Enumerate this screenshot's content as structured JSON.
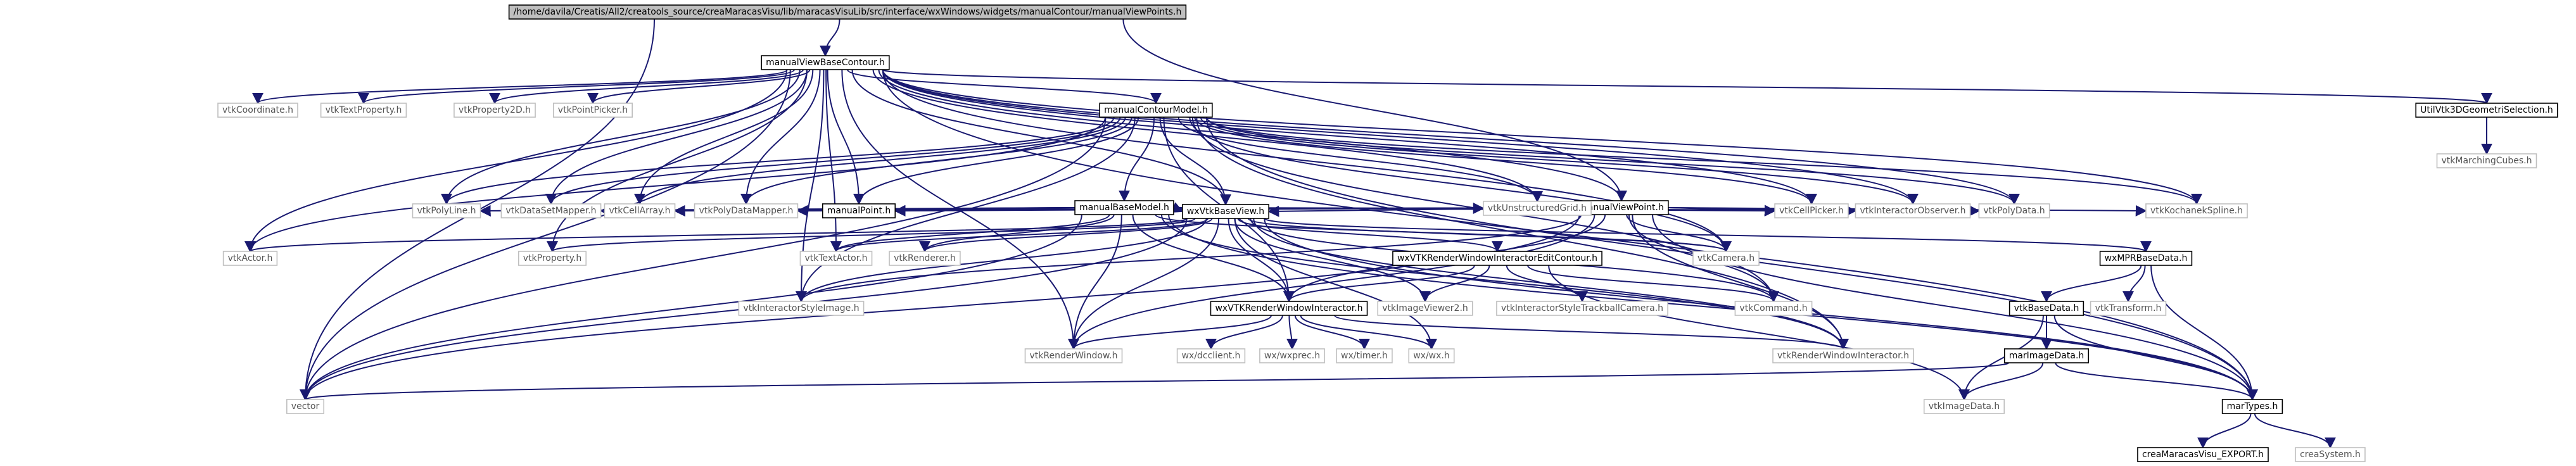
{
  "colors": {
    "edge": "#191970",
    "root_fill": "#bfbfbf",
    "boxed_stroke": "#000000",
    "plain_stroke": "#bfbfbf",
    "text_dark": "#000000",
    "text_gray": "#555555"
  },
  "nodes": [
    {
      "id": "root",
      "label": "/home/davila/Creatis/All2/creatools_source/creaMaracasVisu/lib/maracasVisuLib/src/interface/wxWindows/widgets/manualContour/manualViewPoints.h",
      "kind": "root"
    },
    {
      "id": "mvbc",
      "label": "manualViewBaseContour.h",
      "kind": "boxed"
    },
    {
      "id": "vtkCoordinate",
      "label": "vtkCoordinate.h",
      "kind": "plain"
    },
    {
      "id": "vtkTextProperty",
      "label": "vtkTextProperty.h",
      "kind": "plain"
    },
    {
      "id": "vtkProperty2D",
      "label": "vtkProperty2D.h",
      "kind": "plain"
    },
    {
      "id": "vtkPointPicker",
      "label": "vtkPointPicker.h",
      "kind": "plain"
    },
    {
      "id": "mcm",
      "label": "manualContourModel.h",
      "kind": "boxed"
    },
    {
      "id": "util",
      "label": "UtilVtk3DGeometriSelection.h",
      "kind": "boxed"
    },
    {
      "id": "vtkMarchingCubes",
      "label": "vtkMarchingCubes.h",
      "kind": "plain"
    },
    {
      "id": "mbm",
      "label": "manualBaseModel.h",
      "kind": "boxed"
    },
    {
      "id": "mvp",
      "label": "manualViewPoint.h",
      "kind": "boxed"
    },
    {
      "id": "vtkPolyLine",
      "label": "vtkPolyLine.h",
      "kind": "plain"
    },
    {
      "id": "vtkDataSetMapper",
      "label": "vtkDataSetMapper.h",
      "kind": "plain"
    },
    {
      "id": "vtkCellArray",
      "label": "vtkCellArray.h",
      "kind": "plain"
    },
    {
      "id": "vtkPolyDataMapper",
      "label": "vtkPolyDataMapper.h",
      "kind": "plain"
    },
    {
      "id": "manualPoint",
      "label": "manualPoint.h",
      "kind": "boxed"
    },
    {
      "id": "vtkUnstructuredGrid",
      "label": "vtkUnstructuredGrid.h",
      "kind": "plain"
    },
    {
      "id": "vtkCellPicker",
      "label": "vtkCellPicker.h",
      "kind": "plain"
    },
    {
      "id": "vtkInteractorObserver",
      "label": "vtkInteractorObserver.h",
      "kind": "plain"
    },
    {
      "id": "vtkPolyData",
      "label": "vtkPolyData.h",
      "kind": "plain"
    },
    {
      "id": "vtkKochanekSpline",
      "label": "vtkKochanekSpline.h",
      "kind": "plain"
    },
    {
      "id": "wxvtkbv",
      "label": "wxVtkBaseView.h",
      "kind": "boxed"
    },
    {
      "id": "vtkActor",
      "label": "vtkActor.h",
      "kind": "plain"
    },
    {
      "id": "vtkProperty",
      "label": "vtkProperty.h",
      "kind": "plain"
    },
    {
      "id": "vtkTextActor",
      "label": "vtkTextActor.h",
      "kind": "plain"
    },
    {
      "id": "vtkRenderer",
      "label": "vtkRenderer.h",
      "kind": "plain"
    },
    {
      "id": "vtkCamera",
      "label": "vtkCamera.h",
      "kind": "plain"
    },
    {
      "id": "wxvtkrwiec",
      "label": "wxVTKRenderWindowInteractorEditContour.h",
      "kind": "boxed"
    },
    {
      "id": "wxmprbd",
      "label": "wxMPRBaseData.h",
      "kind": "boxed"
    },
    {
      "id": "vtkInteractorStyleImage",
      "label": "vtkInteractorStyleImage.h",
      "kind": "plain"
    },
    {
      "id": "vtkImageViewer2",
      "label": "vtkImageViewer2.h",
      "kind": "plain"
    },
    {
      "id": "vtkISTC",
      "label": "vtkInteractorStyleTrackballCamera.h",
      "kind": "plain"
    },
    {
      "id": "vtkCommand",
      "label": "vtkCommand.h",
      "kind": "plain"
    },
    {
      "id": "vtkTransform",
      "label": "vtkTransform.h",
      "kind": "plain"
    },
    {
      "id": "wxvtkrwi",
      "label": "wxVTKRenderWindowInteractor.h",
      "kind": "boxed"
    },
    {
      "id": "vtkBaseData",
      "label": "vtkBaseData.h",
      "kind": "boxed"
    },
    {
      "id": "vtkRenderWindow",
      "label": "vtkRenderWindow.h",
      "kind": "plain"
    },
    {
      "id": "wxdcclient",
      "label": "wx/dcclient.h",
      "kind": "plain"
    },
    {
      "id": "wxwxprec",
      "label": "wx/wxprec.h",
      "kind": "plain"
    },
    {
      "id": "wxtimer",
      "label": "wx/timer.h",
      "kind": "plain"
    },
    {
      "id": "wxwx",
      "label": "wx/wx.h",
      "kind": "plain"
    },
    {
      "id": "vtkRWI",
      "label": "vtkRenderWindowInteractor.h",
      "kind": "plain"
    },
    {
      "id": "marImageData",
      "label": "marImageData.h",
      "kind": "boxed"
    },
    {
      "id": "vector",
      "label": "vector",
      "kind": "plain"
    },
    {
      "id": "vtkImageData",
      "label": "vtkImageData.h",
      "kind": "plain"
    },
    {
      "id": "marTypes",
      "label": "marTypes.h",
      "kind": "boxed"
    },
    {
      "id": "creaExport",
      "label": "creaMaracasVisu_EXPORT.h",
      "kind": "boxed"
    },
    {
      "id": "creaSystem",
      "label": "creaSystem.h",
      "kind": "plain"
    }
  ],
  "edges": [
    [
      "root",
      "mvbc"
    ],
    [
      "root",
      "mvp"
    ],
    [
      "root",
      "vector"
    ],
    [
      "mvbc",
      "vtkCoordinate"
    ],
    [
      "mvbc",
      "vtkTextProperty"
    ],
    [
      "mvbc",
      "vtkProperty2D"
    ],
    [
      "mvbc",
      "vtkPointPicker"
    ],
    [
      "mvbc",
      "mcm"
    ],
    [
      "mvbc",
      "util"
    ],
    [
      "mvbc",
      "mvp"
    ],
    [
      "mvbc",
      "vtkPolyLine"
    ],
    [
      "mvbc",
      "vtkDataSetMapper"
    ],
    [
      "mvbc",
      "vtkCellArray"
    ],
    [
      "mvbc",
      "vtkPolyDataMapper"
    ],
    [
      "mvbc",
      "manualPoint"
    ],
    [
      "mvbc",
      "vtkUnstructuredGrid"
    ],
    [
      "mvbc",
      "vtkCellPicker"
    ],
    [
      "mvbc",
      "vtkInteractorObserver"
    ],
    [
      "mvbc",
      "vtkPolyData"
    ],
    [
      "mvbc",
      "vtkKochanekSpline"
    ],
    [
      "mvbc",
      "wxvtkbv"
    ],
    [
      "mvbc",
      "vtkActor"
    ],
    [
      "mvbc",
      "vtkProperty"
    ],
    [
      "mvbc",
      "vtkTextActor"
    ],
    [
      "mvbc",
      "vtkCamera"
    ],
    [
      "mvbc",
      "vtkInteractorStyleImage"
    ],
    [
      "mvbc",
      "vtkRenderWindow"
    ],
    [
      "mvbc",
      "vector"
    ],
    [
      "mvbc",
      "marTypes"
    ],
    [
      "mcm",
      "mbm"
    ],
    [
      "mcm",
      "vtkPolyLine"
    ],
    [
      "mcm",
      "vtkDataSetMapper"
    ],
    [
      "mcm",
      "vtkCellArray"
    ],
    [
      "mcm",
      "vtkPolyDataMapper"
    ],
    [
      "mcm",
      "manualPoint"
    ],
    [
      "mcm",
      "vtkUnstructuredGrid"
    ],
    [
      "mcm",
      "vtkCellPicker"
    ],
    [
      "mcm",
      "vtkInteractorObserver"
    ],
    [
      "mcm",
      "vtkPolyData"
    ],
    [
      "mcm",
      "vtkKochanekSpline"
    ],
    [
      "mcm",
      "wxvtkbv"
    ],
    [
      "mcm",
      "vtkActor"
    ],
    [
      "mcm",
      "vtkCamera"
    ],
    [
      "mcm",
      "vtkCommand"
    ],
    [
      "mcm",
      "vector"
    ],
    [
      "mcm",
      "wxvtkrwi"
    ],
    [
      "mcm",
      "vtkRWI"
    ],
    [
      "mcm",
      "marTypes"
    ],
    [
      "mcm",
      "vtkInteractorStyleImage"
    ],
    [
      "util",
      "vtkMarchingCubes"
    ],
    [
      "mbm",
      "vtkPolyLine"
    ],
    [
      "mbm",
      "vtkDataSetMapper"
    ],
    [
      "mbm",
      "vtkCellArray"
    ],
    [
      "mbm",
      "vtkPolyDataMapper"
    ],
    [
      "mbm",
      "manualPoint"
    ],
    [
      "mbm",
      "vtkUnstructuredGrid"
    ],
    [
      "mbm",
      "vtkCellPicker"
    ],
    [
      "mbm",
      "vtkInteractorObserver"
    ],
    [
      "mbm",
      "vtkPolyData"
    ],
    [
      "mbm",
      "wxvtkbv"
    ],
    [
      "mbm",
      "vtkRenderer"
    ],
    [
      "mbm",
      "vtkCamera"
    ],
    [
      "mbm",
      "vtkRenderWindow"
    ],
    [
      "mbm",
      "wxvtkrwi"
    ],
    [
      "mbm",
      "vtkRWI"
    ],
    [
      "mbm",
      "vector"
    ],
    [
      "mbm",
      "marTypes"
    ],
    [
      "mbm",
      "vtkTextActor"
    ],
    [
      "mvp",
      "vtkPolyLine"
    ],
    [
      "mvp",
      "vtkDataSetMapper"
    ],
    [
      "mvp",
      "vtkCellArray"
    ],
    [
      "mvp",
      "vtkPolyDataMapper"
    ],
    [
      "mvp",
      "manualPoint"
    ],
    [
      "mvp",
      "vtkUnstructuredGrid"
    ],
    [
      "mvp",
      "vtkCellPicker"
    ],
    [
      "mvp",
      "vtkInteractorObserver"
    ],
    [
      "mvp",
      "vtkPolyData"
    ],
    [
      "mvp",
      "vtkKochanekSpline"
    ],
    [
      "mvp",
      "wxvtkbv"
    ],
    [
      "mvp",
      "vtkCamera"
    ],
    [
      "mvp",
      "vtkCommand"
    ],
    [
      "mvp",
      "vtkInteractorStyleImage"
    ],
    [
      "mvp",
      "vtkRenderWindow"
    ],
    [
      "mvp",
      "wxvtkrwi"
    ],
    [
      "mvp",
      "vtkRWI"
    ],
    [
      "mvp",
      "vector"
    ],
    [
      "mvp",
      "marTypes"
    ],
    [
      "wxvtkbv",
      "vtkActor"
    ],
    [
      "wxvtkbv",
      "vtkProperty"
    ],
    [
      "wxvtkbv",
      "vtkTextActor"
    ],
    [
      "wxvtkbv",
      "vtkRenderer"
    ],
    [
      "wxvtkbv",
      "vtkCamera"
    ],
    [
      "wxvtkbv",
      "wxvtkrwiec"
    ],
    [
      "wxvtkbv",
      "wxmprbd"
    ],
    [
      "wxvtkbv",
      "vtkInteractorStyleImage"
    ],
    [
      "wxvtkbv",
      "vtkImageViewer2"
    ],
    [
      "wxvtkbv",
      "vtkCommand"
    ],
    [
      "wxvtkbv",
      "wxvtkrwi"
    ],
    [
      "wxvtkbv",
      "vtkRenderWindow"
    ],
    [
      "wxvtkbv",
      "wxwx"
    ],
    [
      "wxvtkbv",
      "vtkRWI"
    ],
    [
      "wxvtkbv",
      "vector"
    ],
    [
      "wxvtkbv",
      "marTypes"
    ],
    [
      "wxvtkrwiec",
      "vtkImageViewer2"
    ],
    [
      "wxvtkrwiec",
      "vtkISTC"
    ],
    [
      "wxvtkrwiec",
      "vtkCommand"
    ],
    [
      "wxvtkrwiec",
      "wxvtkrwi"
    ],
    [
      "wxvtkrwiec",
      "vtkImageData"
    ],
    [
      "wxmprbd",
      "vtkTransform"
    ],
    [
      "wxmprbd",
      "vtkBaseData"
    ],
    [
      "wxmprbd",
      "marTypes"
    ],
    [
      "wxvtkrwi",
      "vtkRenderWindow"
    ],
    [
      "wxvtkrwi",
      "wxdcclient"
    ],
    [
      "wxvtkrwi",
      "wxwxprec"
    ],
    [
      "wxvtkrwi",
      "wxtimer"
    ],
    [
      "wxvtkrwi",
      "wxwx"
    ],
    [
      "wxvtkrwi",
      "vtkRWI"
    ],
    [
      "vtkBaseData",
      "marImageData"
    ],
    [
      "vtkBaseData",
      "vtkImageData"
    ],
    [
      "vtkBaseData",
      "marTypes"
    ],
    [
      "marImageData",
      "vector"
    ],
    [
      "marImageData",
      "vtkImageData"
    ],
    [
      "marImageData",
      "marTypes"
    ],
    [
      "marTypes",
      "creaExport"
    ],
    [
      "marTypes",
      "creaSystem"
    ]
  ]
}
